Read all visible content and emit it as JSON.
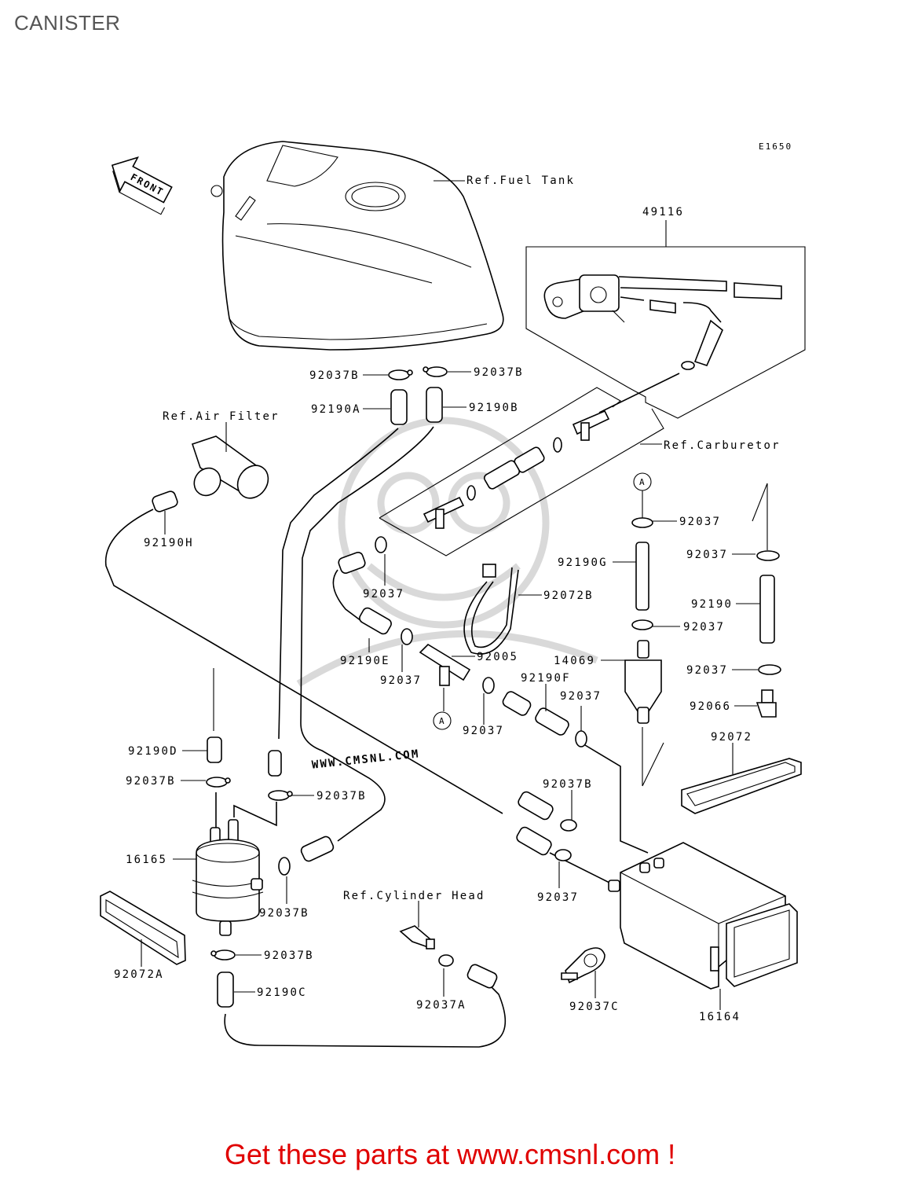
{
  "page": {
    "title": "CANISTER",
    "figure_code": "E1650",
    "front_label": "FRONT",
    "watermark_url": "WWW.CMSNL.COM",
    "promo_prefix": "Get these parts at ",
    "promo_link": "www.cmsnl.com",
    "promo_suffix": " !",
    "accent_color": "#e00000"
  },
  "labels": {
    "ref_fuel_tank": "Ref.Fuel Tank",
    "ref_air_filter": "Ref.Air Filter",
    "ref_carburetor": "Ref.Carburetor",
    "ref_cylinder_head": "Ref.Cylinder Head",
    "p49116": "49116",
    "p92037b_l": "92037B",
    "p92037b_r": "92037B",
    "p92190a": "92190A",
    "p92190b": "92190B",
    "p92190h": "92190H",
    "p92037_a": "92037",
    "p92037_b": "92037",
    "p92037_c": "92037",
    "p92037_d": "92037",
    "p92037_e": "92037",
    "p92037_f": "92037",
    "p92037_g": "92037",
    "p92037_h": "92037",
    "p92037_i": "92037",
    "p92190g": "92190G",
    "p92190": "92190",
    "p92072b": "92072B",
    "p92190e": "92190E",
    "p92005": "92005",
    "p14069": "14069",
    "p92190f": "92190F",
    "p92066": "92066",
    "p92072": "92072",
    "p92190d": "92190D",
    "p92037b_1": "92037B",
    "p92037b_2": "92037B",
    "p92037b_3": "92037B",
    "p92037b_4": "92037B",
    "p92037b_5": "92037B",
    "p16165": "16165",
    "p92072a": "92072A",
    "p92190c": "92190C",
    "p92037a": "92037A",
    "p92037c": "92037C",
    "p16164": "16164",
    "marker_a": "A"
  }
}
